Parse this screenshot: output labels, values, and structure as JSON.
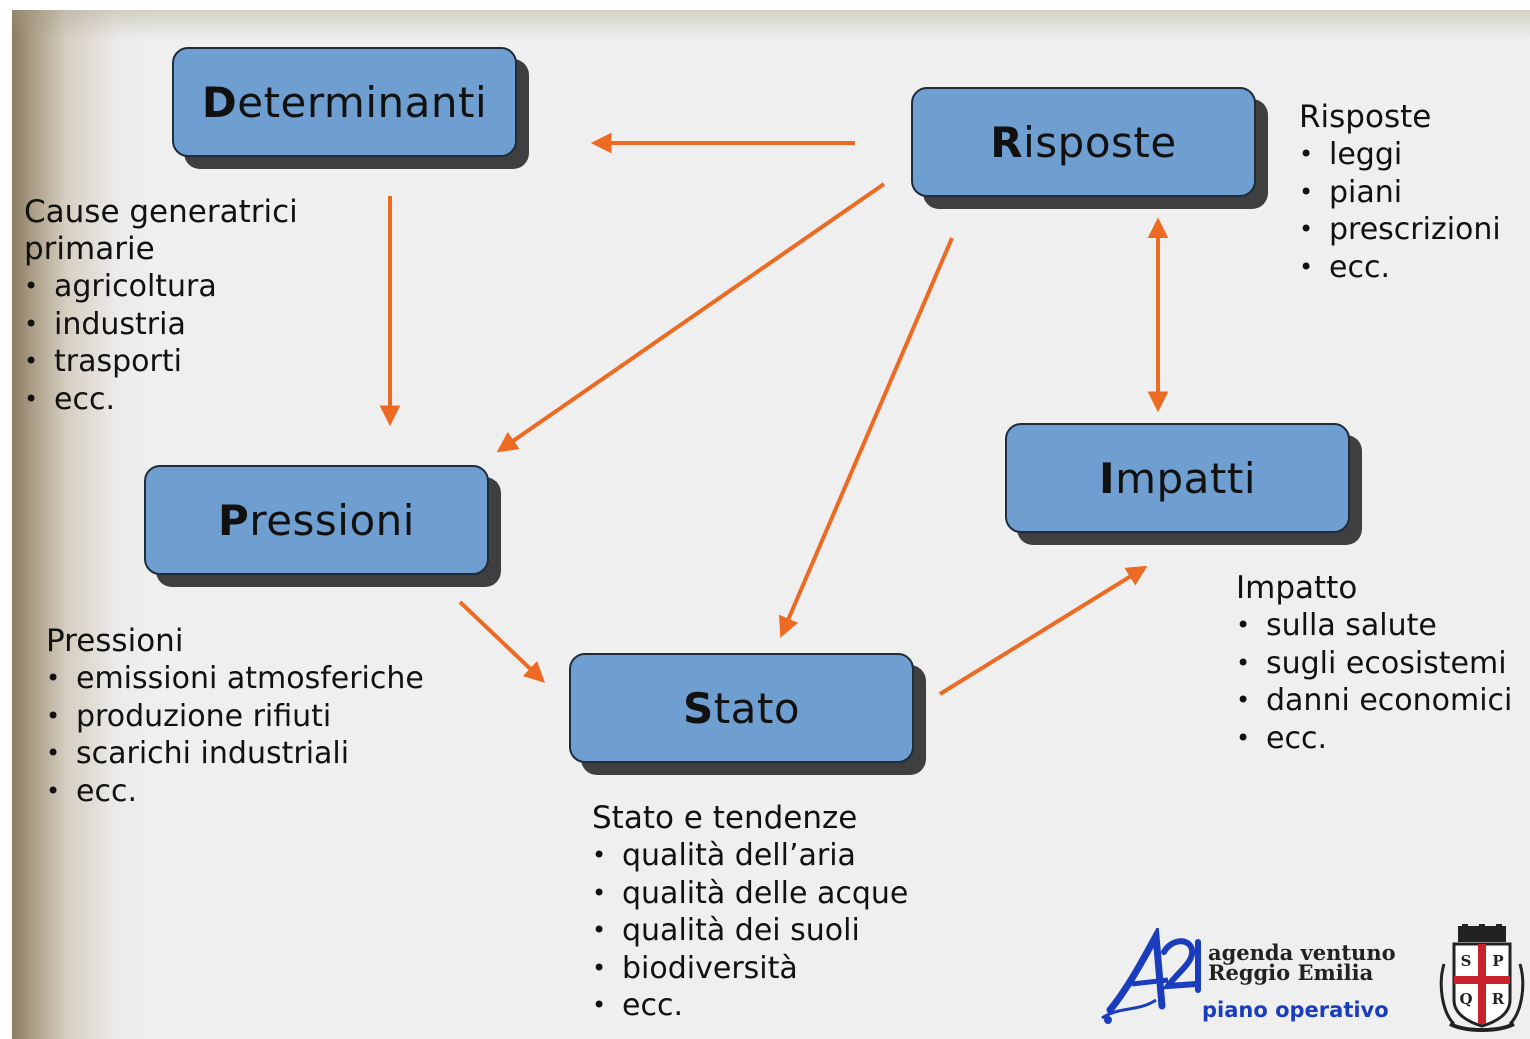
{
  "boxes": {
    "determinanti": {
      "initial": "D",
      "rest": "eterminanti"
    },
    "risposte": {
      "initial": "R",
      "rest": "isposte"
    },
    "pressioni": {
      "initial": "P",
      "rest": "ressioni"
    },
    "impatti": {
      "initial": "I",
      "rest": "mpatti"
    },
    "stato": {
      "initial": "S",
      "rest": "tato"
    }
  },
  "blocks": {
    "cause": {
      "heading_line1": "Cause generatrici",
      "heading_line2": "primarie",
      "items": [
        "agricoltura",
        "industria",
        "trasporti",
        "ecc."
      ]
    },
    "risposte": {
      "heading": "Risposte",
      "items": [
        "leggi",
        "piani",
        "prescrizioni",
        "ecc."
      ]
    },
    "pressioni": {
      "heading": "Pressioni",
      "items": [
        "emissioni atmosferiche",
        "produzione rifiuti",
        "scarichi industriali",
        "ecc."
      ]
    },
    "impatto": {
      "heading": "Impatto",
      "items": [
        "sulla salute",
        "sugli ecosistemi",
        "danni economici",
        "ecc."
      ]
    },
    "stato": {
      "heading": "Stato e tendenze",
      "items": [
        "qualità dell’aria",
        "qualità delle acque",
        "qualità dei suoli",
        "biodiversità",
        "ecc."
      ]
    }
  },
  "bullet": "•",
  "logos": {
    "agenda": {
      "mark": "A21",
      "line1": "agenda ventuno",
      "line2": "Reggio Emilia",
      "line3": "piano operativo"
    },
    "crest": {
      "letters": [
        "S",
        "P",
        "Q",
        "R"
      ]
    }
  },
  "colors": {
    "box_fill": "#6f9fd0",
    "arrow": "#ec6a22",
    "shadow": "#3f3f3f"
  }
}
